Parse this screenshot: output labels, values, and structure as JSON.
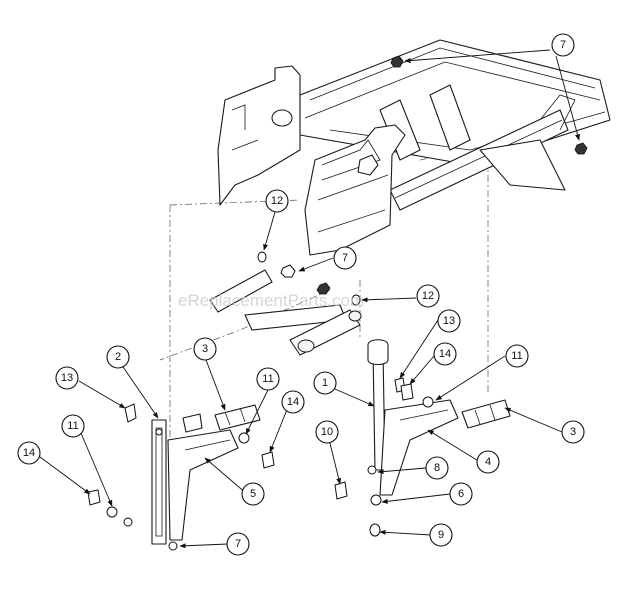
{
  "watermark": "eReplacementParts.com",
  "callouts": [
    {
      "id": "c7a",
      "label": "7"
    },
    {
      "id": "c12a",
      "label": "12"
    },
    {
      "id": "c7b",
      "label": "7"
    },
    {
      "id": "c12b",
      "label": "12"
    },
    {
      "id": "c13a",
      "label": "13"
    },
    {
      "id": "c14a",
      "label": "14"
    },
    {
      "id": "c11a",
      "label": "11"
    },
    {
      "id": "c3a",
      "label": "3"
    },
    {
      "id": "c2",
      "label": "2"
    },
    {
      "id": "c3b",
      "label": "3"
    },
    {
      "id": "c13b",
      "label": "13"
    },
    {
      "id": "c11b",
      "label": "11"
    },
    {
      "id": "c14b",
      "label": "14"
    },
    {
      "id": "c1",
      "label": "1"
    },
    {
      "id": "c11c",
      "label": "11"
    },
    {
      "id": "c14c",
      "label": "14"
    },
    {
      "id": "c10",
      "label": "10"
    },
    {
      "id": "c8",
      "label": "8"
    },
    {
      "id": "c4",
      "label": "4"
    },
    {
      "id": "c5",
      "label": "5"
    },
    {
      "id": "c6",
      "label": "6"
    },
    {
      "id": "c7c",
      "label": "7"
    },
    {
      "id": "c9",
      "label": "9"
    }
  ]
}
